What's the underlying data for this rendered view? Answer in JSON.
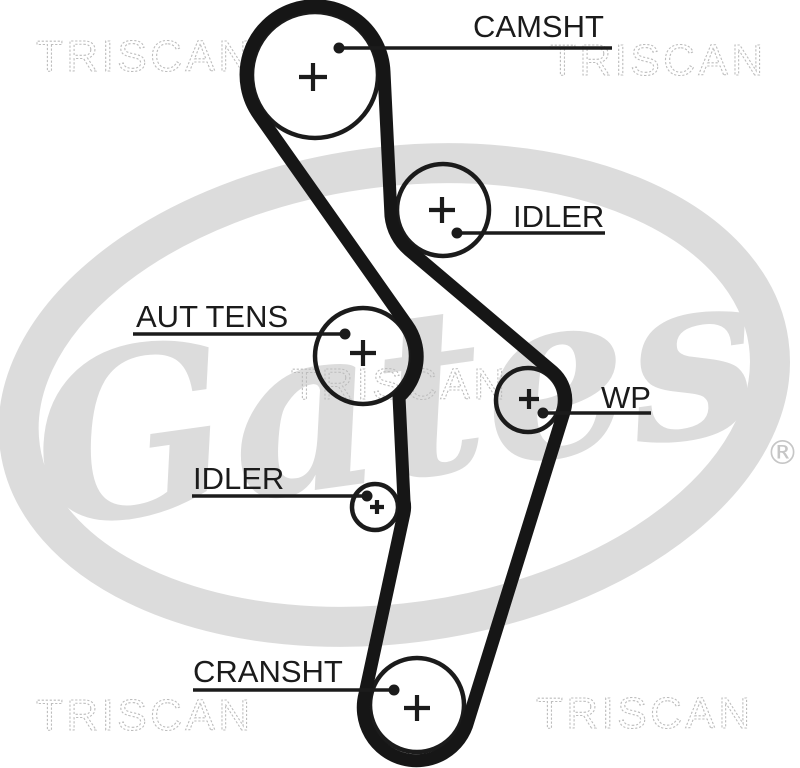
{
  "diagram": {
    "watermark": "TRISCAN",
    "brand": "Gates",
    "registered": "®",
    "labels": {
      "camshaft": "CAMSHT",
      "idler_upper": "IDLER",
      "tensioner": "AUT TENS",
      "water_pump": "WP",
      "idler_lower": "IDLER",
      "crankshaft": "CRANSHT"
    },
    "colors": {
      "belt": "#161616",
      "label_text": "#1b1b1b",
      "logo_gray": "#dcdcdc",
      "triscan_gray": "#bdbdbd"
    }
  }
}
